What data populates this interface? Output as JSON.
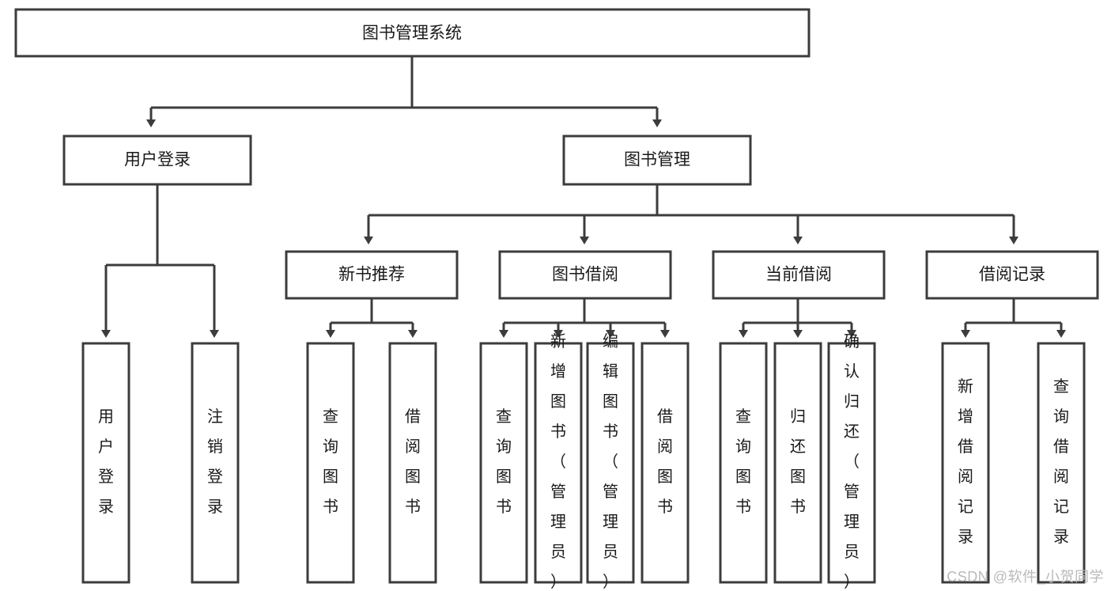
{
  "diagram": {
    "title_node": {
      "label": "图书管理系统"
    },
    "level2": [
      {
        "id": "user-login",
        "label": "用户登录"
      },
      {
        "id": "book-management",
        "label": "图书管理"
      }
    ],
    "level3": [
      {
        "id": "new-book-recommend",
        "label": "新书推荐"
      },
      {
        "id": "book-borrow",
        "label": "图书借阅"
      },
      {
        "id": "current-borrow",
        "label": "当前借阅"
      },
      {
        "id": "borrow-record",
        "label": "借阅记录"
      }
    ],
    "leaves": [
      {
        "id": "leaf-user-login",
        "label": "用户登录",
        "parent": "user-login"
      },
      {
        "id": "leaf-logout-login",
        "label": "注销登录",
        "parent": "user-login"
      },
      {
        "id": "leaf-query-book-1",
        "label": "查询图书",
        "parent": "new-book-recommend"
      },
      {
        "id": "leaf-borrow-book-1",
        "label": "借阅图书",
        "parent": "new-book-recommend"
      },
      {
        "id": "leaf-query-book-2",
        "label": "查询图书",
        "parent": "book-borrow"
      },
      {
        "id": "leaf-add-book",
        "label": "新增图书（管理员）",
        "parent": "book-borrow"
      },
      {
        "id": "leaf-edit-book",
        "label": "编辑图书（管理员）",
        "parent": "book-borrow"
      },
      {
        "id": "leaf-borrow-book-2",
        "label": "借阅图书",
        "parent": "book-borrow"
      },
      {
        "id": "leaf-query-book-3",
        "label": "查询图书",
        "parent": "current-borrow"
      },
      {
        "id": "leaf-return-book",
        "label": "归还图书",
        "parent": "current-borrow"
      },
      {
        "id": "leaf-confirm-return",
        "label": "确认归还（管理员）",
        "parent": "current-borrow"
      },
      {
        "id": "leaf-add-borrow-record",
        "label": "新增借阅记录",
        "parent": "borrow-record"
      },
      {
        "id": "leaf-query-borrow-record",
        "label": "查询借阅记录",
        "parent": "borrow-record"
      }
    ],
    "colors": {
      "stroke": "#3c3c3c",
      "fill": "#ffffff",
      "text": "#1a1a1a",
      "watermark": "#b9b9b9"
    }
  },
  "watermark": {
    "text": "CSDN @软件_小贺同学"
  }
}
